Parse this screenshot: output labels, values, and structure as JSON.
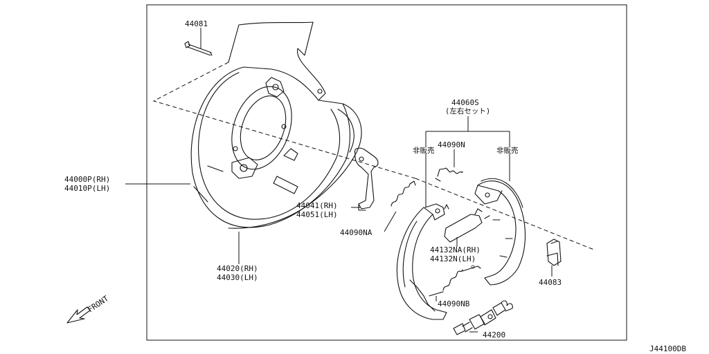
{
  "labels": {
    "bolt": "44081",
    "backplate_rh": "44000P(RH)",
    "backplate_lh": "44010P(LH)",
    "shield_rh": "44020(RH)",
    "shield_lh": "44030(LH)",
    "lever_rh": "44041(RH)",
    "lever_lh": "44051(LH)",
    "spring_na": "44090NA",
    "shoe_set": "44060S",
    "shoe_set_note": "(左右セット)",
    "not_sold_left": "非販売",
    "not_sold_right": "非販売",
    "spring_n": "44090N",
    "strut_rh": "44132NA(RH)",
    "strut_lh": "44132N(LH)",
    "spring_nb": "44090NB",
    "adjuster": "44200",
    "retainer": "44083",
    "front": "FRONT",
    "diagram_code": "J44100DB"
  }
}
